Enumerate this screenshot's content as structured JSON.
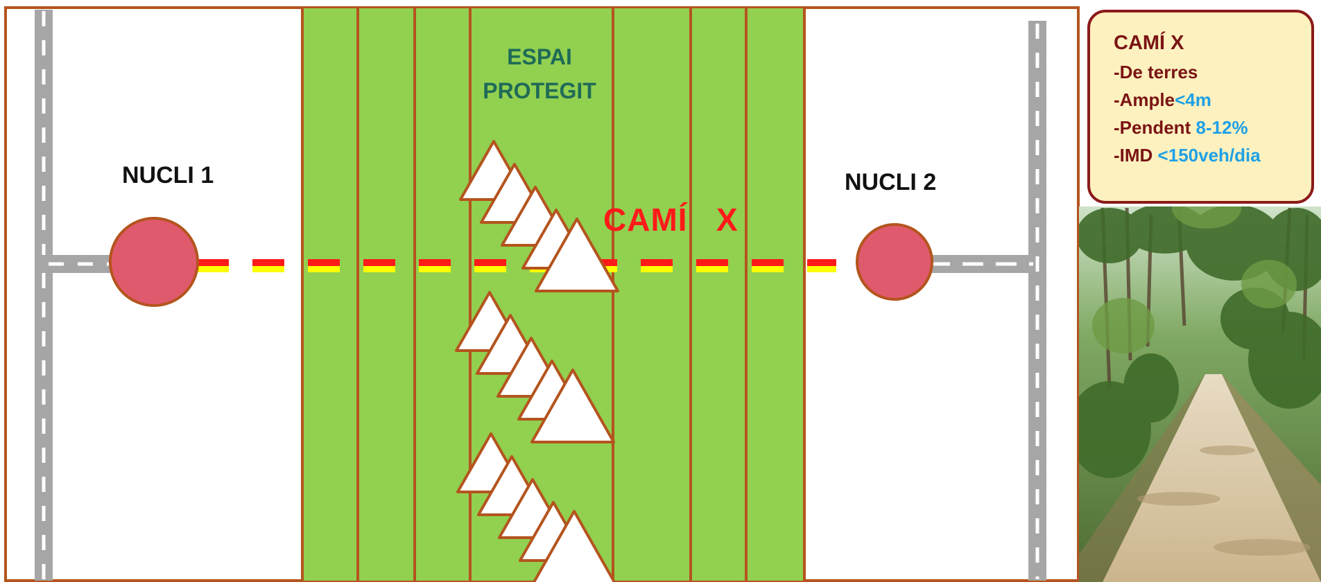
{
  "diagram": {
    "nucli_1": "NUCLI 1",
    "nucli_2": "NUCLI 2",
    "espai_protegit": "ESPAI PROTEGIT",
    "cami_label": "CAMÍ   X"
  },
  "info_box": {
    "title": "CAMÍ X",
    "items": [
      {
        "prefix": "-De terres",
        "value": ""
      },
      {
        "prefix": "-Ample",
        "value": "<4m"
      },
      {
        "prefix": "-Pendent ",
        "value": "8-12%"
      },
      {
        "prefix": "-IMD ",
        "value": "<150veh/dia"
      }
    ]
  },
  "colors": {
    "frame": "#b4541e",
    "protected_green": "#92d050",
    "node_fill": "#e05a6d",
    "path_red": "#ff1a1a",
    "path_yellow": "#ffff00",
    "road_gray": "#a6a6a6",
    "info_text": "#7a1414",
    "info_highlight": "#1ea0e6",
    "espai_text": "#1f6b57"
  },
  "photo": {
    "subject": "forest-dirt-road"
  }
}
